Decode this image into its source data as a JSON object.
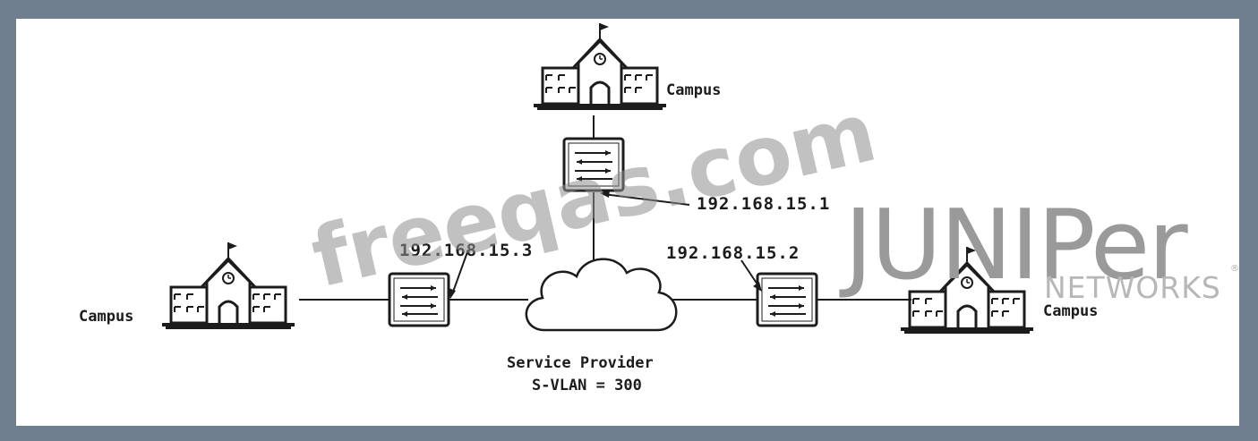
{
  "diagram": {
    "nodes": {
      "campus_top": {
        "label": "Campus",
        "icon": "school-building-icon"
      },
      "campus_left": {
        "label": "Campus",
        "icon": "school-building-icon"
      },
      "campus_right": {
        "label": "Campus",
        "icon": "school-building-icon"
      },
      "switch_top": {
        "icon": "switch-icon",
        "ip": "192.168.15.1"
      },
      "switch_left": {
        "icon": "switch-icon",
        "ip": "192.168.15.3"
      },
      "switch_right": {
        "icon": "switch-icon",
        "ip": "192.168.15.2"
      },
      "cloud": {
        "icon": "cloud-icon",
        "label_line1": "Service Provider",
        "label_line2": "S-VLAN = 300"
      }
    }
  },
  "watermark": {
    "text": "freeqas.com"
  },
  "logo": {
    "line1": "JUNIPer",
    "line2": "NETWORKS",
    "reg": "®"
  },
  "colors": {
    "frame": "#6f7f90",
    "background": "#ffffff",
    "ink": "#1c1c1c",
    "logo": "#9a9a9a"
  }
}
